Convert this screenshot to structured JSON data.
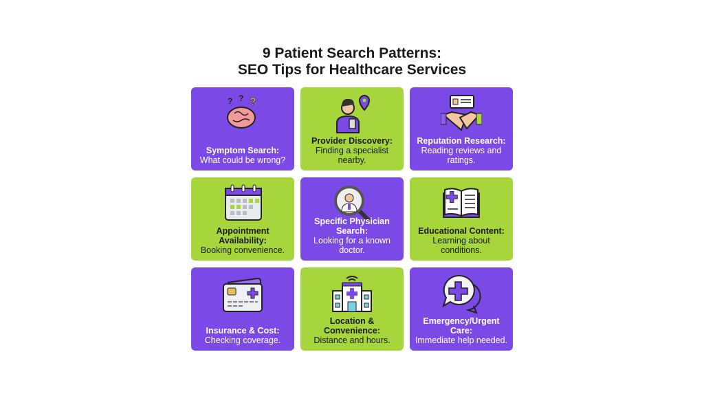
{
  "title": {
    "line1": "9 Patient Search Patterns:",
    "line2": "SEO Tips for Healthcare Services"
  },
  "colors": {
    "purple": "#7b4ae6",
    "green": "#a6d63b"
  },
  "cards": [
    {
      "heading": "Symptom Search:",
      "desc": "What could be wrong?",
      "icon": "brain-question-icon",
      "color": "purple"
    },
    {
      "heading": "Provider Discovery:",
      "desc": "Finding a specialist nearby.",
      "icon": "person-location-icon",
      "color": "green"
    },
    {
      "heading": "Reputation Research:",
      "desc": "Reading reviews and ratings.",
      "icon": "handshake-review-icon",
      "color": "purple"
    },
    {
      "heading": "Appointment Availability:",
      "desc": "Booking convenience.",
      "icon": "calendar-icon",
      "color": "green"
    },
    {
      "heading": "Specific Physician Search:",
      "desc": "Looking for a known doctor.",
      "icon": "magnifier-doctor-icon",
      "color": "purple"
    },
    {
      "heading": "Educational Content:",
      "desc": "Learning about conditions.",
      "icon": "book-icon",
      "color": "green"
    },
    {
      "heading": "Insurance & Cost:",
      "desc": "Checking coverage.",
      "icon": "insurance-card-icon",
      "color": "purple"
    },
    {
      "heading": "Location & Convenience:",
      "desc": "Distance and hours.",
      "icon": "hospital-icon",
      "color": "green"
    },
    {
      "heading": "Emergency/Urgent Care:",
      "desc": "Immediate help needed.",
      "icon": "chat-cross-icon",
      "color": "purple"
    }
  ]
}
